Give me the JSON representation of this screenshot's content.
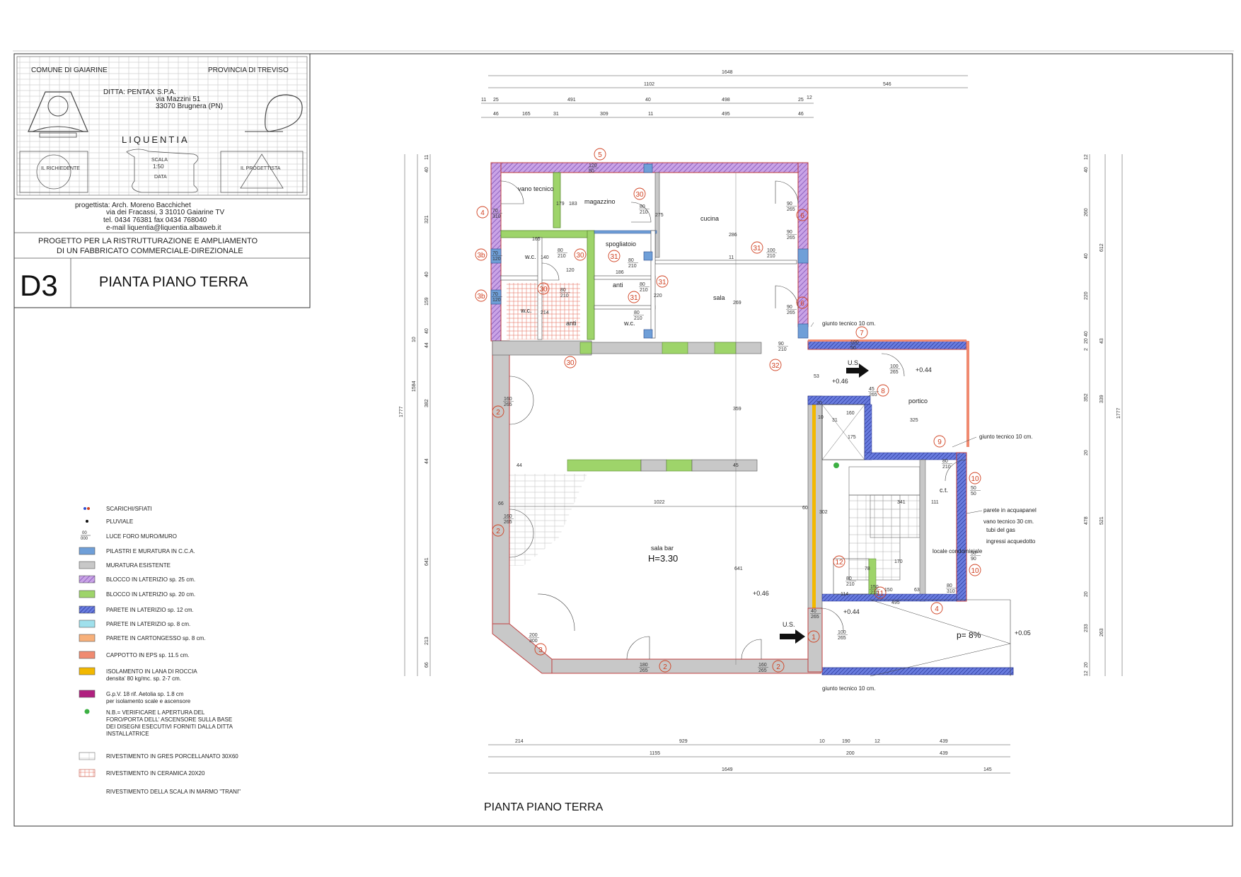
{
  "title_block": {
    "comune": "COMUNE DI GAIARINE",
    "provincia": "PROVINCIA DI TREVISO",
    "ditta": "DITTA:  PENTAX S.P.A.",
    "ditta_addr1": "via Mazzini 51",
    "ditta_addr2": "33070  Brugnera (PN)",
    "logo_text": "LIQUENTIA",
    "richiedente": "IL RICHIEDENTE",
    "scala_label": "SCALA",
    "scala_value": "1:50",
    "data_label": "DATA",
    "progettista_box": "IL PROGETTISTA",
    "progettista_label": "progettista:",
    "progettista_name": "Arch. Moreno Bacchichet",
    "progettista_addr": "via dei Fracassi, 3   31010 Gaiarine TV",
    "progettista_tel": "tel. 0434 76381   fax 0434 768040",
    "progettista_email": "e-mail    liquentia@liquentia.albaweb.it",
    "project_line1": "PROGETTO PER LA RISTRUTTURAZIONE E AMPLIAMENTO",
    "project_line2": "DI UN FABBRICATO COMMERCIALE-DIREZIONALE",
    "sheet_code": "D3",
    "sheet_title": "PIANTA PIANO TERRA"
  },
  "plan_title": "PIANTA PIANO TERRA",
  "rooms": {
    "vano_tecnico": "vano tecnico",
    "magazzino": "magazzino",
    "cucina": "cucina",
    "sala": "sala",
    "spogliatoio": "spogliatoio",
    "anti1": "anti",
    "anti2": "anti",
    "wc1": "w.c.",
    "wc2": "w.c.",
    "wc3": "w.c.",
    "portico": "portico",
    "ct": "c.t.",
    "locale_condominiale": "locale condominiale",
    "sala_bar": "sala bar",
    "height": "H=3.30",
    "us1": "U.S.",
    "us2": "U.S.",
    "slope": "p= 8%"
  },
  "levels": {
    "l1": "+0.44",
    "l2": "+0.46",
    "l3": "+0.46",
    "l4": "+0.44",
    "l5": "+0.05"
  },
  "annotations": {
    "giunto1": "giunto tecnico 10 cm.",
    "giunto2": "giunto tecnico 10 cm.",
    "giunto3": "giunto tecnico 10 cm.",
    "acquapanel": "parete in acquapanel",
    "vano_tecnico_30": "vano tecnico 30 cm.",
    "tubi_gas": "tubi del gas",
    "ingressi": "ingressi acquedotto"
  },
  "top_dims": {
    "row1": [
      "1648"
    ],
    "row2": [
      "1102",
      "546"
    ],
    "row3": [
      "11",
      "25",
      "491",
      "40",
      "498",
      "25",
      "12"
    ],
    "row4": [
      "46",
      "165",
      "31",
      "309",
      "11",
      "495",
      "46"
    ]
  },
  "bottom_dims": {
    "row1": [
      "214",
      "929",
      "10",
      "190",
      "12",
      "439"
    ],
    "row2": [
      "1155",
      "200",
      "439"
    ],
    "row3": [
      "1649",
      "145"
    ]
  },
  "left_dims": [
    "11",
    "40",
    "321",
    "40",
    "159",
    "40",
    "44",
    "10",
    "1584",
    "382",
    "44",
    "641",
    "1777",
    "213",
    "66"
  ],
  "right_dims": [
    "12",
    "40",
    "260",
    "40",
    "612",
    "220",
    "20",
    "2",
    "40",
    "43",
    "352",
    "339",
    "1777",
    "20",
    "478",
    "521",
    "20",
    "233",
    "263",
    "20",
    "12"
  ],
  "interior_dims": [
    "179",
    "183",
    "275",
    "286",
    "165",
    "140",
    "120",
    "186",
    "220",
    "214",
    "269",
    "11",
    "359",
    "45",
    "44",
    "66",
    "1022",
    "641",
    "53",
    "325",
    "160",
    "175",
    "341",
    "302",
    "111",
    "170",
    "114",
    "495",
    "63",
    "10",
    "30",
    "31",
    "60",
    "78",
    "150"
  ],
  "openings": [
    {
      "a": "70",
      "b": "310"
    },
    {
      "a": "70",
      "b": "120"
    },
    {
      "a": "70",
      "b": "120"
    },
    {
      "a": "120",
      "b": "50"
    },
    {
      "a": "80",
      "b": "210"
    },
    {
      "a": "90",
      "b": "265"
    },
    {
      "a": "90",
      "b": "265"
    },
    {
      "a": "100",
      "b": "210"
    },
    {
      "a": "80",
      "b": "210"
    },
    {
      "a": "80",
      "b": "210"
    },
    {
      "a": "80",
      "b": "210"
    },
    {
      "a": "90",
      "b": "265"
    },
    {
      "a": "80",
      "b": "210"
    },
    {
      "a": "80",
      "b": "210"
    },
    {
      "a": "90",
      "b": "210"
    },
    {
      "a": "100",
      "b": "50"
    },
    {
      "a": "100",
      "b": "265"
    },
    {
      "a": "45",
      "b": "265"
    },
    {
      "a": "160",
      "b": "265"
    },
    {
      "a": "160",
      "b": "265"
    },
    {
      "a": "80",
      "b": "210"
    },
    {
      "a": "50",
      "b": "50"
    },
    {
      "a": "50",
      "b": "90"
    },
    {
      "a": "80",
      "b": "310"
    },
    {
      "a": "80",
      "b": "210"
    },
    {
      "a": "150",
      "b": "210"
    },
    {
      "a": "40",
      "b": "265"
    },
    {
      "a": "100",
      "b": "265"
    },
    {
      "a": "200",
      "b": "300"
    },
    {
      "a": "180",
      "b": "265"
    },
    {
      "a": "160",
      "b": "265"
    }
  ],
  "markers": {
    "m1": "1",
    "m2a": "2",
    "m2b": "2",
    "m2c": "2",
    "m2d": "2",
    "m3": "3",
    "m3b1": "3b",
    "m3b2": "3b",
    "m4a": "4",
    "m4b": "4",
    "m5": "5",
    "m6a": "6",
    "m6b": "6",
    "m7": "7",
    "m8": "8",
    "m9": "9",
    "m10a": "10",
    "m10b": "10",
    "m11": "11",
    "m12": "12",
    "m30a": "30",
    "m30b": "30",
    "m30c": "30",
    "m30d": "30",
    "m31a": "31",
    "m31b": "31",
    "m31c": "31",
    "m31d": "31",
    "m32": "32"
  },
  "legend": [
    {
      "label": "SCARICHI/SFIATI",
      "swatch": "dots",
      "color": "#3050d0"
    },
    {
      "label": "PLUVIALE",
      "swatch": "dot",
      "color": "#111111"
    },
    {
      "label": "LUCE FORO  MURO/MURO",
      "swatch": "text",
      "color": "#222222"
    },
    {
      "label": "PILASTRI E MURATURA  IN C.C.A.",
      "swatch": "fill",
      "color": "#6f9fd8"
    },
    {
      "label": "MURATURA ESISTENTE",
      "swatch": "fill",
      "color": "#c8c8c8"
    },
    {
      "label": "BLOCCO IN LATERIZIO sp. 25 cm.",
      "swatch": "hatch",
      "color": "#b88ad8"
    },
    {
      "label": "BLOCCO IN LATERIZIO sp. 20 cm.",
      "swatch": "fill",
      "color": "#9ed46a"
    },
    {
      "label": "PARETE  IN LATERIZIO sp. 12 cm.",
      "swatch": "hatch",
      "color": "#4a5fd0"
    },
    {
      "label": "PARETE  IN LATERIZIO sp. 8 cm.",
      "swatch": "fill",
      "color": "#9fe0ec"
    },
    {
      "label": "PARETE  IN CARTONGESSO sp. 8 cm.",
      "swatch": "fill",
      "color": "#f7b07a"
    },
    {
      "label": "CAPPOTTO IN EPS sp. 11.5 cm.",
      "swatch": "fill",
      "color": "#f08a70"
    },
    {
      "label": "ISOLAMENTO IN LANA DI ROCCIA",
      "label2": "densita' 80 kg/mc. sp. 2-7 cm.",
      "swatch": "fill",
      "color": "#f2b800"
    },
    {
      "label": "G.p.V. 18 rif. Aetolia sp. 1.8 cm",
      "label2": "per isolamento scale e ascensore",
      "swatch": "fill",
      "color": "#b0207f"
    },
    {
      "label": "N.B.= VERIFICARE L APERTURA DEL",
      "label2": "FORO/PORTA DELL' ASCENSORE SULLA BASE",
      "label3": "DEI DISEGNI ESECUTIVI FORNITI DALLA DITTA",
      "label4": "INSTALLATRICE",
      "swatch": "greendot",
      "color": "#3cb043"
    },
    {
      "label": "RIVESTIMENTO IN GRES PORCELLANATO 30X60",
      "swatch": "grid",
      "color": "#999999"
    },
    {
      "label": "RIVESTIMENTO IN CERAMICA  20X20",
      "swatch": "redgrid",
      "color": "#e06050"
    },
    {
      "label": "RIVESTIMENTO DELLA SCALA IN MARMO \"TRANI\"",
      "swatch": "none",
      "color": "#ffffff"
    }
  ],
  "colors": {
    "cca": "#6f9fd8",
    "existing": "#c8c8c8",
    "brick25": "#b88ad8",
    "brick20": "#9ed46a",
    "brick12": "#4a5fd0",
    "eps": "#f08a70",
    "wool": "#f2b800",
    "gpv": "#b0207f",
    "marker": "#d04020"
  }
}
